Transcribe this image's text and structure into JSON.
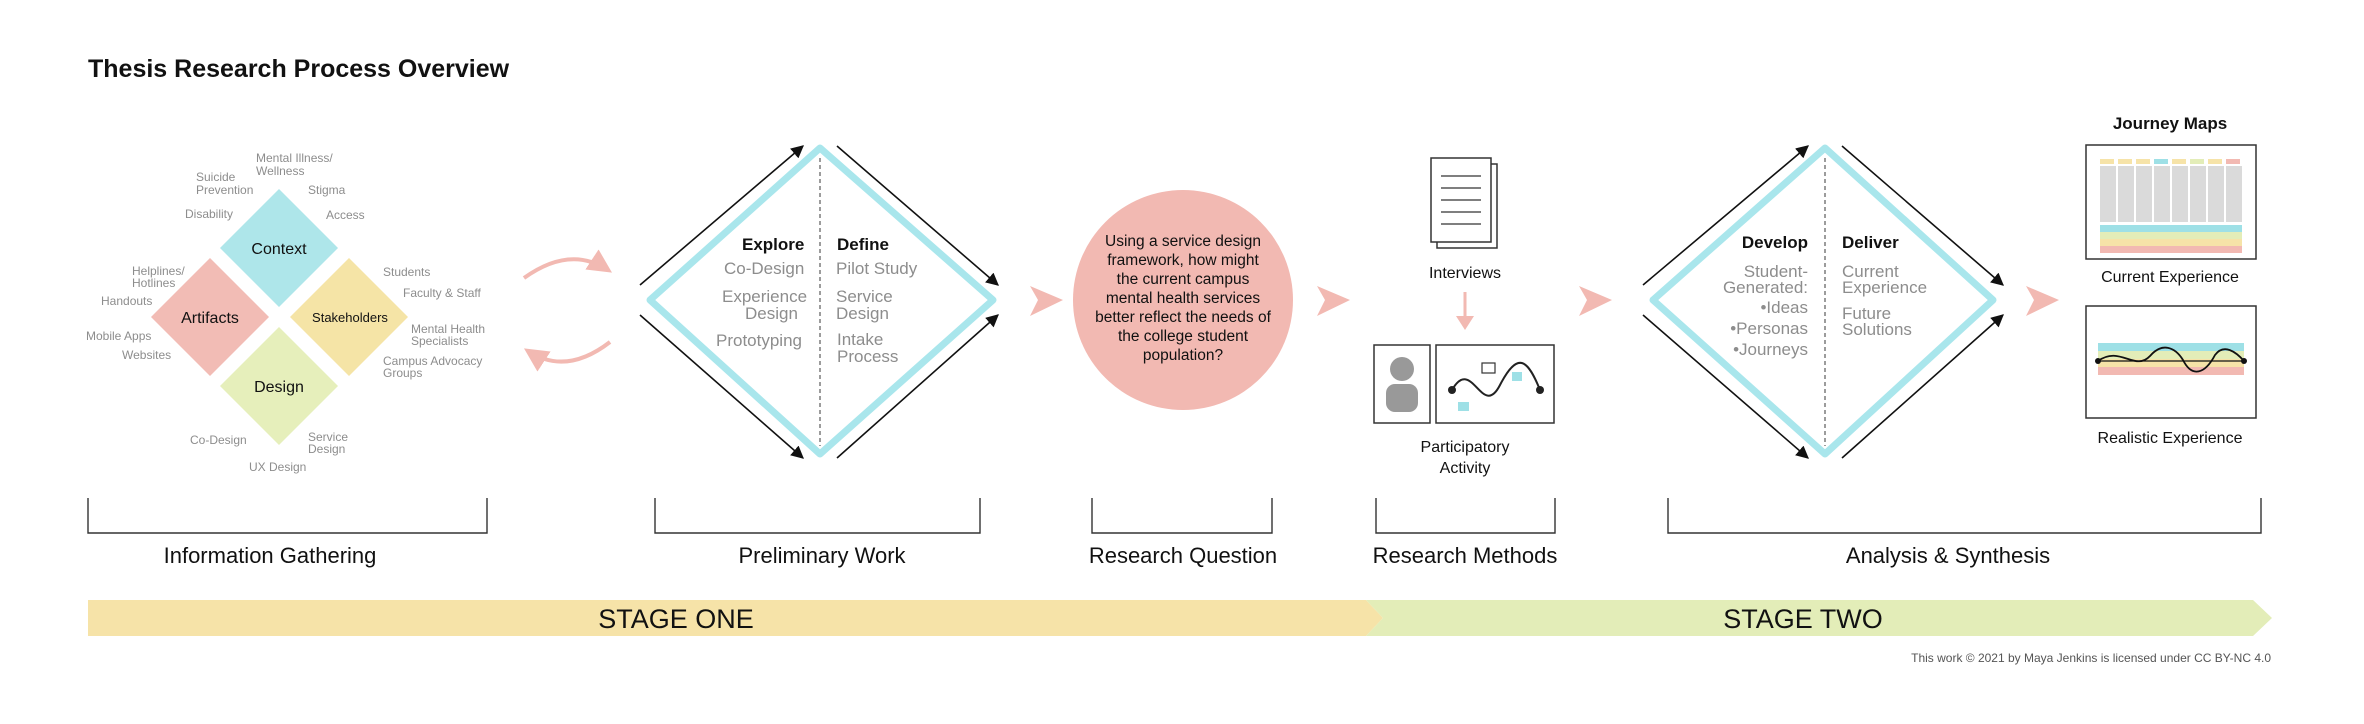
{
  "title": "Thesis Research Process Overview",
  "info_gathering": {
    "nodes": {
      "context": "Context",
      "artifacts": "Artifacts",
      "stakeholders": "Stakeholders",
      "design": "Design"
    },
    "context_terms": [
      "Mental Illness/",
      "Wellness",
      "Suicide",
      "Prevention",
      "Stigma",
      "Disability",
      "Access"
    ],
    "artifact_terms": [
      "Helplines/",
      "Hotlines",
      "Handouts",
      "Mobile Apps",
      "Websites"
    ],
    "stakeholder_terms": [
      "Students",
      "Faculty & Staff",
      "Mental Health",
      "Specialists",
      "Campus Advocacy",
      "Groups"
    ],
    "design_terms": [
      "Co-Design",
      "Service",
      "Design",
      "UX Design"
    ]
  },
  "preliminary": {
    "explore": {
      "heading": "Explore",
      "items": [
        "Co-Design",
        "Experience",
        "Design",
        "Prototyping"
      ]
    },
    "define": {
      "heading": "Define",
      "items": [
        "Pilot Study",
        "Service",
        "Design",
        "Intake",
        "Process"
      ]
    }
  },
  "research_question": {
    "lines": [
      "Using a service design",
      "framework, how might",
      "the current campus",
      "mental health services",
      "better reflect the needs of",
      "the college student",
      "population?"
    ]
  },
  "methods": {
    "interviews": "Interviews",
    "participatory": [
      "Participatory",
      "Activity"
    ]
  },
  "analysis": {
    "develop": {
      "heading": "Develop",
      "items": [
        "Student-",
        "Generated:",
        "•Ideas",
        "•Personas",
        "•Journeys"
      ]
    },
    "deliver": {
      "heading": "Deliver",
      "items": [
        "Current",
        "Experience",
        "Future",
        "Solutions"
      ]
    }
  },
  "journey": {
    "title": "Journey Maps",
    "current": "Current Experience",
    "realistic": "Realistic Experience"
  },
  "sections": [
    "Information Gathering",
    "Preliminary Work",
    "Research Question",
    "Research Methods",
    "Analysis & Synthesis"
  ],
  "stages": [
    "STAGE ONE",
    "STAGE TWO"
  ],
  "credit": "This work © 2021 by Maya Jenkins is licensed under CC BY-NC 4.0",
  "colors": {
    "teal": "#9ee0e6",
    "salmon": "#f2b9b2",
    "yellow": "#f6e3a8",
    "green": "#e3edb8",
    "diamond_teal": "#a9e6ec",
    "node_teal": "#aee6ea",
    "node_salmon": "#f2bcb5",
    "node_yellow": "#f5e4a6",
    "node_green": "#e6efbb"
  }
}
